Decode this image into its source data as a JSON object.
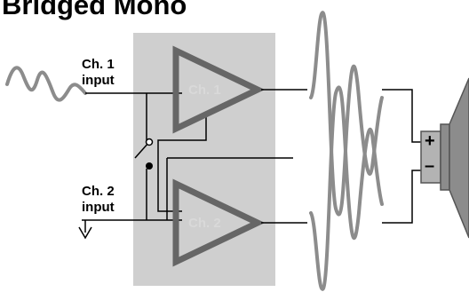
{
  "title": "Bridged Mono",
  "inputs": {
    "ch1": {
      "line1": "Ch. 1",
      "line2": "input"
    },
    "ch2": {
      "line1": "Ch. 2",
      "line2": "input"
    }
  },
  "amplifiers": {
    "ch1_label": "Ch. 1",
    "ch2_label": "Ch. 2"
  },
  "speaker": {
    "plus": "+",
    "minus": "–"
  },
  "colors": {
    "amp_panel": "#cfcfcf",
    "amp_triangle": "#666666",
    "waveform": "#8c8c8c",
    "wire": "#000000"
  }
}
